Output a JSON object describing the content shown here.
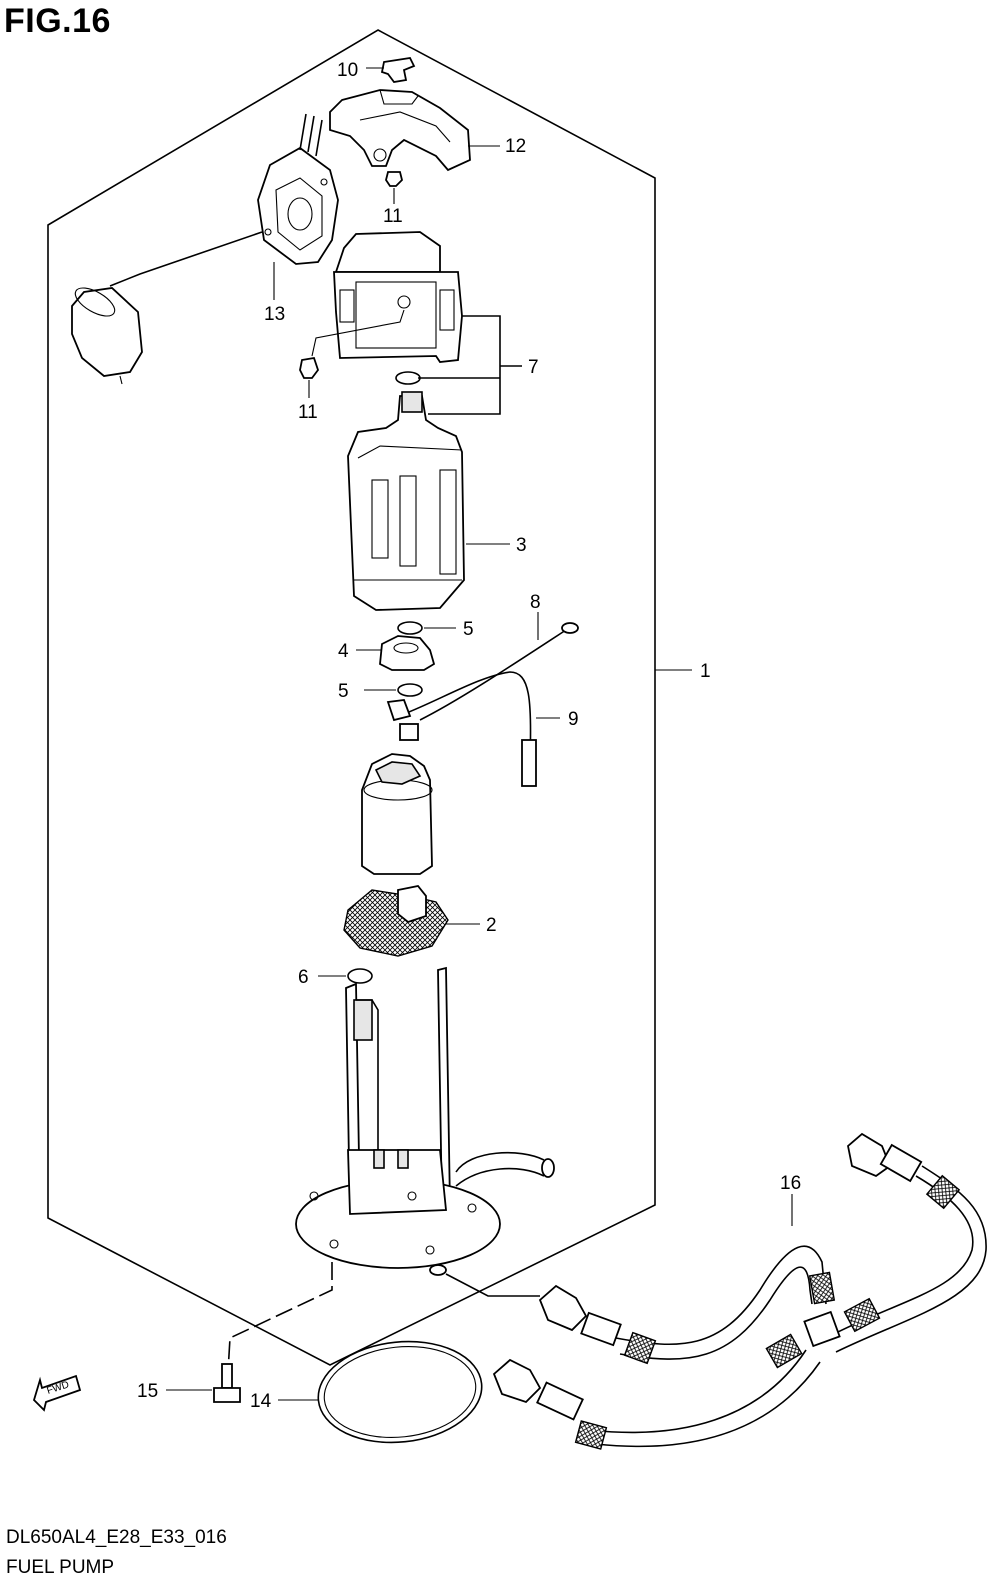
{
  "figure": {
    "title": "FIG.16",
    "code": "DL650AL4_E28_E33_016",
    "name": "FUEL PUMP",
    "fwd_label": "FWD"
  },
  "callouts": {
    "c1": "1",
    "c2": "2",
    "c3": "3",
    "c4": "4",
    "c5a": "5",
    "c5b": "5",
    "c6": "6",
    "c7": "7",
    "c8": "8",
    "c9": "9",
    "c10": "10",
    "c11a": "11",
    "c11b": "11",
    "c12": "12",
    "c13": "13",
    "c14": "14",
    "c15": "15",
    "c16": "16"
  }
}
